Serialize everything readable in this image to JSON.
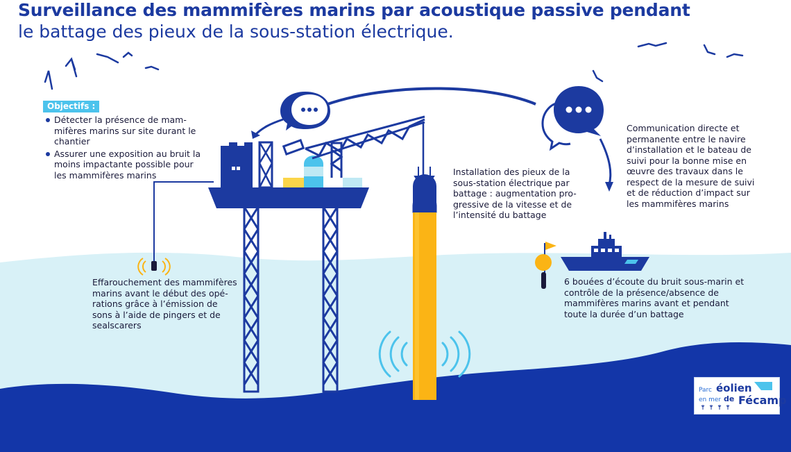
{
  "title": {
    "line1": "Surveillance des mammifères marins par acoustique passive pendant",
    "line2": "le battage des pieux de la sous-station électrique."
  },
  "objectives": {
    "tag": "Objectifs :",
    "items": [
      "Détecter la présence de mam-mifères marins sur site durant le chantier",
      "Assurer une exposition au bruit la moins impactante possible pour les mammifères marins"
    ]
  },
  "piling": {
    "lines": [
      "Installation des pieux de la",
      "sous-station électrique par",
      "battage : augmentation pro-",
      "gressive de la vitesse et de",
      "l’intensité du battage"
    ]
  },
  "communication": {
    "lines": [
      "Communication directe et",
      "permanente entre le navire",
      "d’installation et le bateau de",
      "suivi pour la bonne mise en",
      "œuvre des travaux dans le",
      "respect de la mesure de suivi",
      "et de réduction d’impact sur",
      "les mammifères marins"
    ]
  },
  "deterrence": {
    "lines": [
      "Effarouchement des mammifères",
      "marins avant le début des opé-",
      "rations grâce à l’émission de",
      "sons à l’aide de pingers et de",
      "sealscarers"
    ]
  },
  "buoys": {
    "lines": [
      "6 bouées d’écoute du bruit sous-marin et",
      "contrôle de la présence/absence de",
      "mammifères marins avant et pendant",
      "toute la durée d’un battage"
    ]
  },
  "logo": {
    "parc": "Parc",
    "eolien": "éolien",
    "en_mer": "en mer",
    "de": "de",
    "fecamp": "Fécamp"
  },
  "colors": {
    "navy": "#1c3aa0",
    "light_sea": "#d8f1f7",
    "deep_sea": "#1336a8",
    "pile": "#fbb415",
    "accent": "#4cc3ec"
  },
  "icons": [
    "bird-icon",
    "speech-bubble-icon",
    "pinger-icon",
    "sound-wave-icon",
    "buoy-icon",
    "flag-icon",
    "boat-icon",
    "crane-icon",
    "wind-turbine-icon"
  ]
}
